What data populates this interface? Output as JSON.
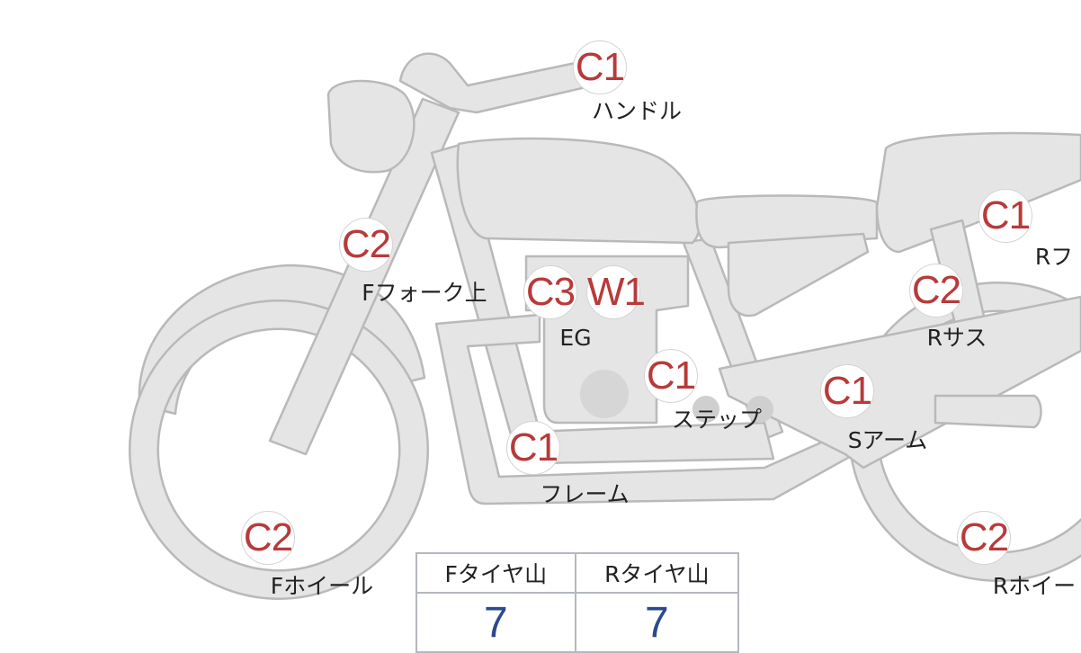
{
  "markers": [
    {
      "code": "C1",
      "label": "ハンドル"
    },
    {
      "code": "C2",
      "label": "Fフォーク上"
    },
    {
      "code": "C3",
      "code2": "W1",
      "label": "EG"
    },
    {
      "code": "C1",
      "label": "ステップ"
    },
    {
      "code": "C1",
      "label": "フレーム"
    },
    {
      "code": "C1",
      "label": "Sアーム"
    },
    {
      "code": "C1",
      "label": "Rフ"
    },
    {
      "code": "C2",
      "label": "Rサス"
    },
    {
      "code": "C2",
      "label": "Fホイール"
    },
    {
      "code": "C2",
      "label": "Rホイー"
    }
  ],
  "tire_table": {
    "headers": [
      "Fタイヤ山",
      "Rタイヤ山"
    ],
    "values": [
      "7",
      "7"
    ]
  },
  "colors": {
    "marker_text": "#b83a3a",
    "value_text": "#2a4a8c",
    "part_fill": "#e5e5e5"
  }
}
